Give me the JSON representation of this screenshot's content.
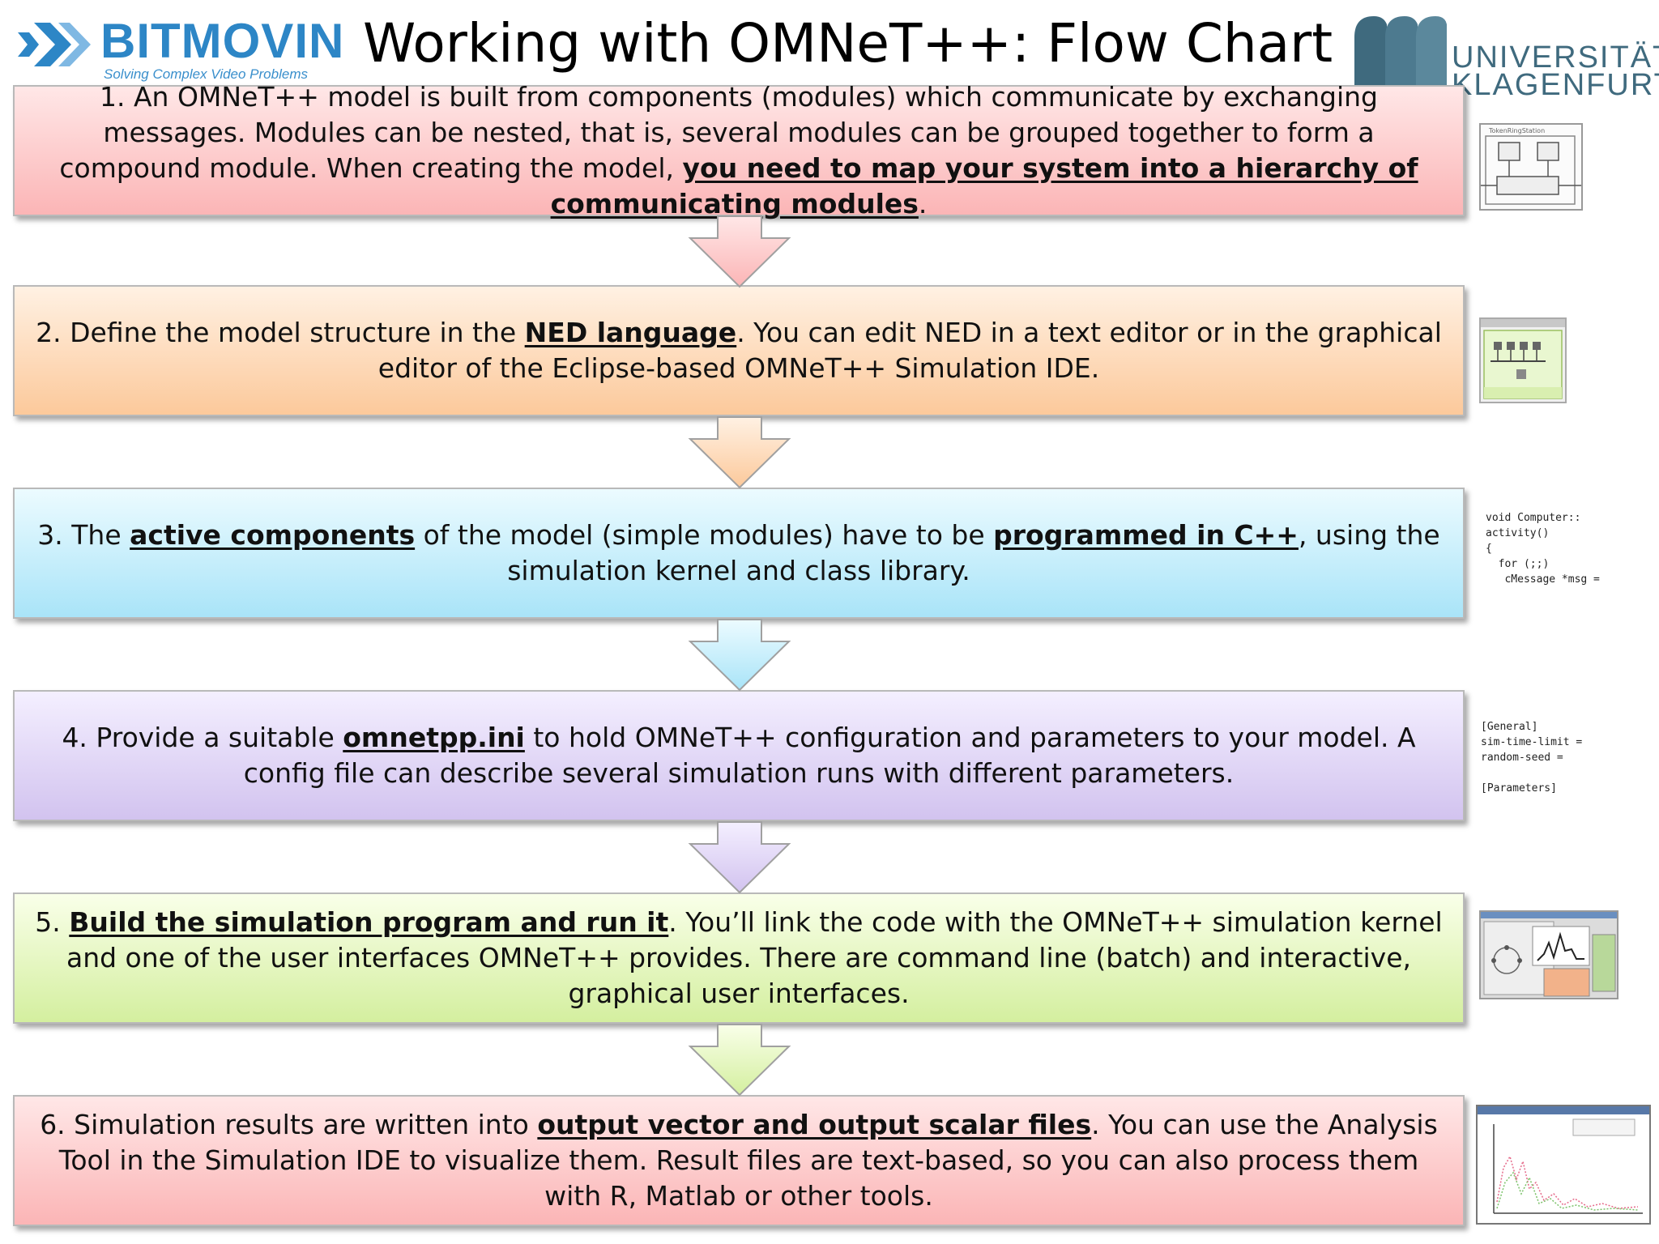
{
  "header": {
    "title": "Working with OMNeT++: Flow Chart",
    "bitmovin": {
      "name": "BITMOVIN",
      "tagline": "Solving Complex Video Problems"
    },
    "university": {
      "line1": "UNIVERSITÄT",
      "line2": "KLAGENFURT"
    }
  },
  "steps": [
    {
      "id": 1,
      "parts": [
        "1. An OMNeT++ model is built from components (modules) which communicate by exchanging messages. Modules can be nested, that is, several modules can be grouped together to form a compound module. When creating the model, ",
        "you need to map your system into a hierarchy of communicating modules",
        "."
      ],
      "thumbnail": {
        "icon": "module-hierarchy-diagram-thumbnail",
        "caption": "TokenRingStation"
      }
    },
    {
      "id": 2,
      "parts": [
        "2. Define the model structure in the ",
        "NED language",
        ". You can edit NED in a text editor or in the graphical editor of the Eclipse-based OMNeT++ Simulation IDE."
      ],
      "thumbnail": {
        "icon": "ned-editor-screenshot-thumbnail"
      }
    },
    {
      "id": 3,
      "parts": [
        "3. The ",
        "active components",
        " of the model (simple modules) have to be ",
        "programmed in C++",
        ", using the simulation kernel and class library."
      ],
      "thumbnail": {
        "icon": "cpp-code-thumbnail",
        "code_lines": [
          "void Computer::",
          "activity()",
          "{",
          "  for (;;)",
          "   cMessage *msg ="
        ]
      }
    },
    {
      "id": 4,
      "parts": [
        "4. Provide a suitable ",
        "omnetpp.ini",
        " to hold OMNeT++ configuration and parameters to your model. A config file can describe several simulation runs with different parameters."
      ],
      "thumbnail": {
        "icon": "ini-file-thumbnail",
        "code_lines": [
          "[General]",
          "sim-time-limit =",
          "random-seed =",
          "",
          "[Parameters]"
        ]
      }
    },
    {
      "id": 5,
      "parts": [
        "5. ",
        "Build the simulation program and run it",
        ". You’ll link the code with the OMNeT++ simulation kernel and one of the user interfaces OMNeT++ provides. There are command line (batch) and interactive, graphical user interfaces."
      ],
      "thumbnail": {
        "icon": "simulation-gui-screenshot-thumbnail"
      }
    },
    {
      "id": 6,
      "parts": [
        "6. Simulation results are written into ",
        "output vector and output scalar files",
        ". You can use the Analysis Tool in the Simulation IDE to visualize them. Result files are text-based, so you can also process them with R, Matlab or other tools."
      ],
      "thumbnail": {
        "icon": "result-plot-thumbnail"
      }
    }
  ],
  "colors": {
    "pink": "#fbb5b6",
    "orange": "#fcc99b",
    "blue": "#a9e4f8",
    "purple": "#d2c3ef",
    "green": "#d4ef9f",
    "bitmovin": "#2d86c6",
    "klagenfurt": "#3f6a7e"
  }
}
